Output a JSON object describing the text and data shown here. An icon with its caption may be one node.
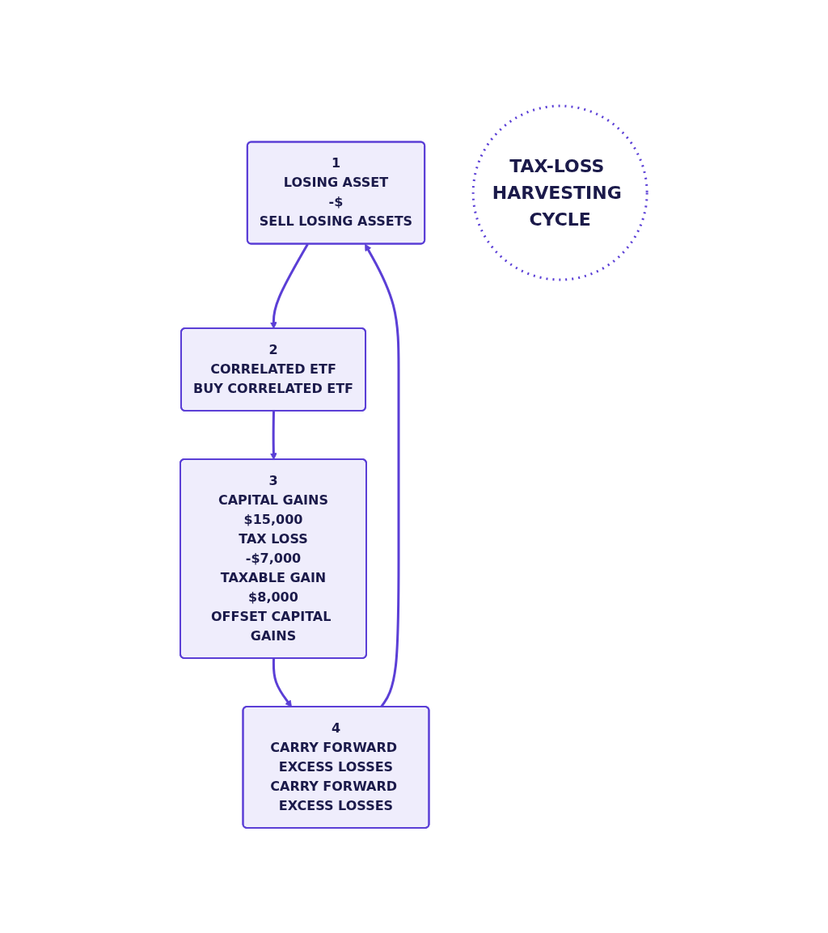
{
  "diagram": {
    "nodes": [
      {
        "text": [
          "1",
          "LOSING ASSET",
          "-$",
          "SELL LOSING ASSETS"
        ]
      },
      {
        "text": [
          "2",
          "CORRELATED ETF",
          "BUY CORRELATED ETF"
        ]
      },
      {
        "text": [
          "3",
          "CAPITAL GAINS",
          "$15,000",
          "TAX LOSS",
          "-$7,000",
          "TAXABLE GAIN",
          "$8,000",
          "OFFSET CAPITAL GAINS"
        ]
      },
      {
        "text": [
          "4",
          "CARRY FORWARD EXCESS LOSSES",
          "CARRY FORWARD EXCESS LOSSES"
        ]
      },
      {
        "text": [
          "TAX-LOSS HARVESTING CYCLE"
        ]
      }
    ],
    "edges": [
      {
        "from": 0,
        "to": 1,
        "arrow": "to"
      },
      {
        "from": 1,
        "to": 2,
        "arrow": "to"
      },
      {
        "from": 2,
        "to": 3,
        "arrow": "to"
      },
      {
        "from": 3,
        "to": 0,
        "arrow": "to"
      }
    ]
  }
}
